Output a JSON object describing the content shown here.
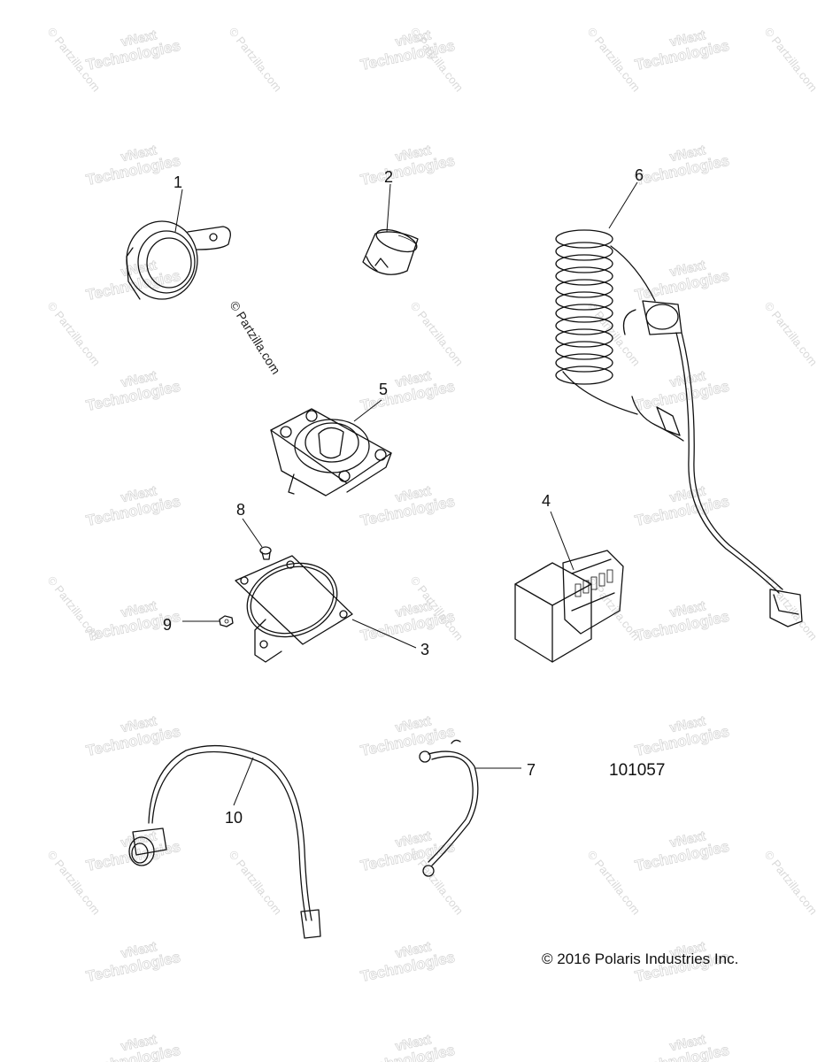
{
  "diagram_id": "101057",
  "copyright": "© 2016 Polaris Industries Inc.",
  "watermark": {
    "vnext_line1": "vNext",
    "vnext_line2": "Technologies",
    "partzilla": "© Partzilla.com"
  },
  "callouts": {
    "c1": "1",
    "c2": "2",
    "c3": "3",
    "c4": "4",
    "c5": "5",
    "c6": "6",
    "c7": "7",
    "c8": "8",
    "c9": "9",
    "c10": "10"
  }
}
